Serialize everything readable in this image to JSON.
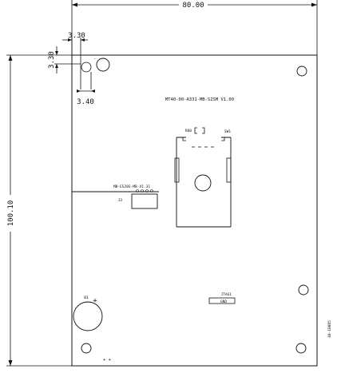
{
  "dimensions": {
    "width": "80.00",
    "height": "100.10",
    "hole_x_offset": "3.30",
    "hole_y_offset": "3.30",
    "hole_diameter": "3.40"
  },
  "board": {
    "title": "MT40-00-A331-MB-SZSM V1.00",
    "r60_label": "R60",
    "sw1_label": "SW1",
    "j3_label": "J3",
    "j3_part": "MB-ES20S-MB V1.31",
    "b1_label": "B1",
    "b1_polarity": "+",
    "jtag1_label": "JTAG1",
    "jtag1_marking": "GND",
    "corner_marks": "+ +",
    "side_note": "40-18085"
  },
  "colors": {
    "line": "#111111",
    "background": "#ffffff"
  }
}
